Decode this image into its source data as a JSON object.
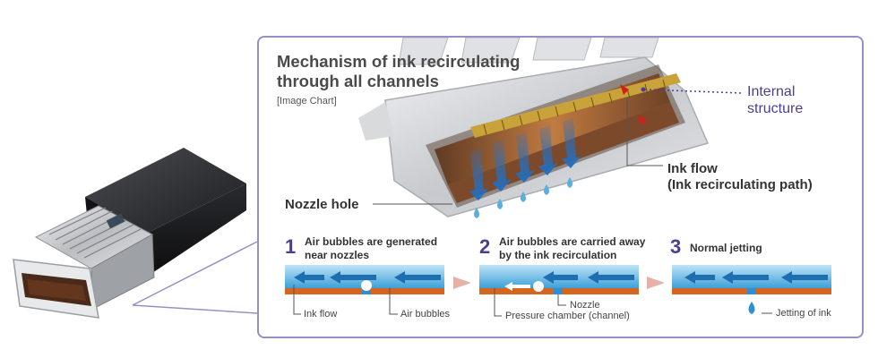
{
  "diagram": {
    "title_line1": "Mechanism of ink recirculating",
    "title_line2": "through all channels",
    "subtitle": "[Image Chart]",
    "callouts": {
      "internal_line1": "Internal",
      "internal_line2": "structure",
      "ink_flow_line1": "Ink flow",
      "ink_flow_line2": "(Ink recirculating path)",
      "nozzle_hole": "Nozzle hole"
    },
    "steps": [
      {
        "number": "1",
        "line1": "Air bubbles are generated",
        "line2": "near nozzles"
      },
      {
        "number": "2",
        "line1": "Air bubbles are carried away",
        "line2": "by the ink recirculation"
      },
      {
        "number": "3",
        "line1": "Normal jetting",
        "line2": ""
      }
    ],
    "labels": {
      "ink_flow": "Ink flow",
      "air_bubbles": "Air bubbles",
      "nozzle": "Nozzle",
      "pressure_chamber": "Pressure chamber (channel)",
      "jetting_of_ink": "Jetting of ink"
    },
    "colors": {
      "accent": "#4b3f93",
      "panel_border": "#9a8fc4",
      "ink_blue": "#2f8fd0",
      "arrow_blue": "#1f6fb0",
      "orange_base": "#d4661f",
      "arrow_pink": "#e8b1a8"
    }
  }
}
